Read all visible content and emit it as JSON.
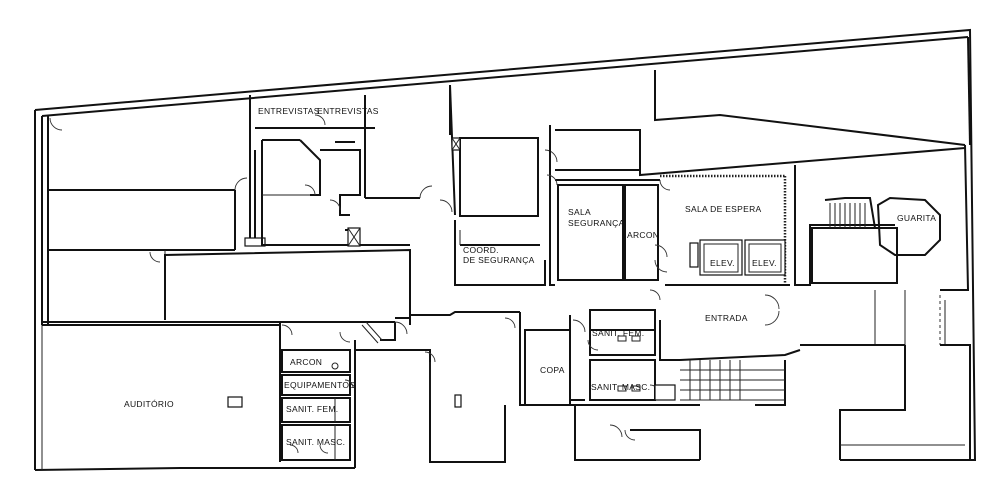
{
  "rooms": {
    "entrevistas_1": "ENTREVISTAS",
    "entrevistas_2": "ENTREVISTAS",
    "coord_line1": "COORD.",
    "coord_line2": "DE SEGURANÇA",
    "sala_seg_line1": "SALA",
    "sala_seg_line2": "SEGURANÇA",
    "arcon_top": "ARCON",
    "sala_espera": "SALA DE ESPERA",
    "guarita": "GUARITA",
    "elev_1": "ELEV.",
    "elev_2": "ELEV.",
    "entrada": "ENTRADA",
    "sanit_fem_right": "SANIT. FEM.",
    "sanit_masc_right": "SANIT. MASC.",
    "copa": "COPA",
    "arcon_left": "ARCON",
    "equipamentos": "EQUIPAMENTOS",
    "sanit_fem_left": "SANIT. FEM.",
    "sanit_masc_left": "SANIT. MASC.",
    "auditorio": "AUDITÓRIO"
  }
}
